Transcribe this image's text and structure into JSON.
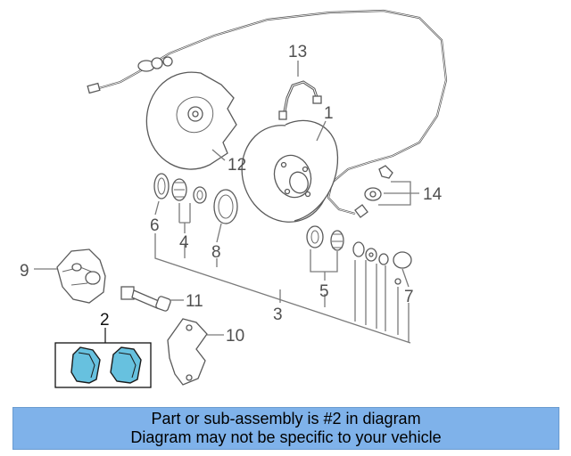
{
  "diagram": {
    "callouts": {
      "c1": "1",
      "c2": "2",
      "c3": "3",
      "c4": "4",
      "c5": "5",
      "c6": "6",
      "c7": "7",
      "c8": "8",
      "c9": "9",
      "c10": "10",
      "c11": "11",
      "c12": "12",
      "c13": "13",
      "c14": "14"
    },
    "highlighted_callout": "2",
    "highlight_color": "#67c1df"
  },
  "banner": {
    "line1": "Part or sub-assembly is #2 in diagram",
    "line2": "Diagram may not be specific to your vehicle",
    "background": "#7fb2ea"
  }
}
